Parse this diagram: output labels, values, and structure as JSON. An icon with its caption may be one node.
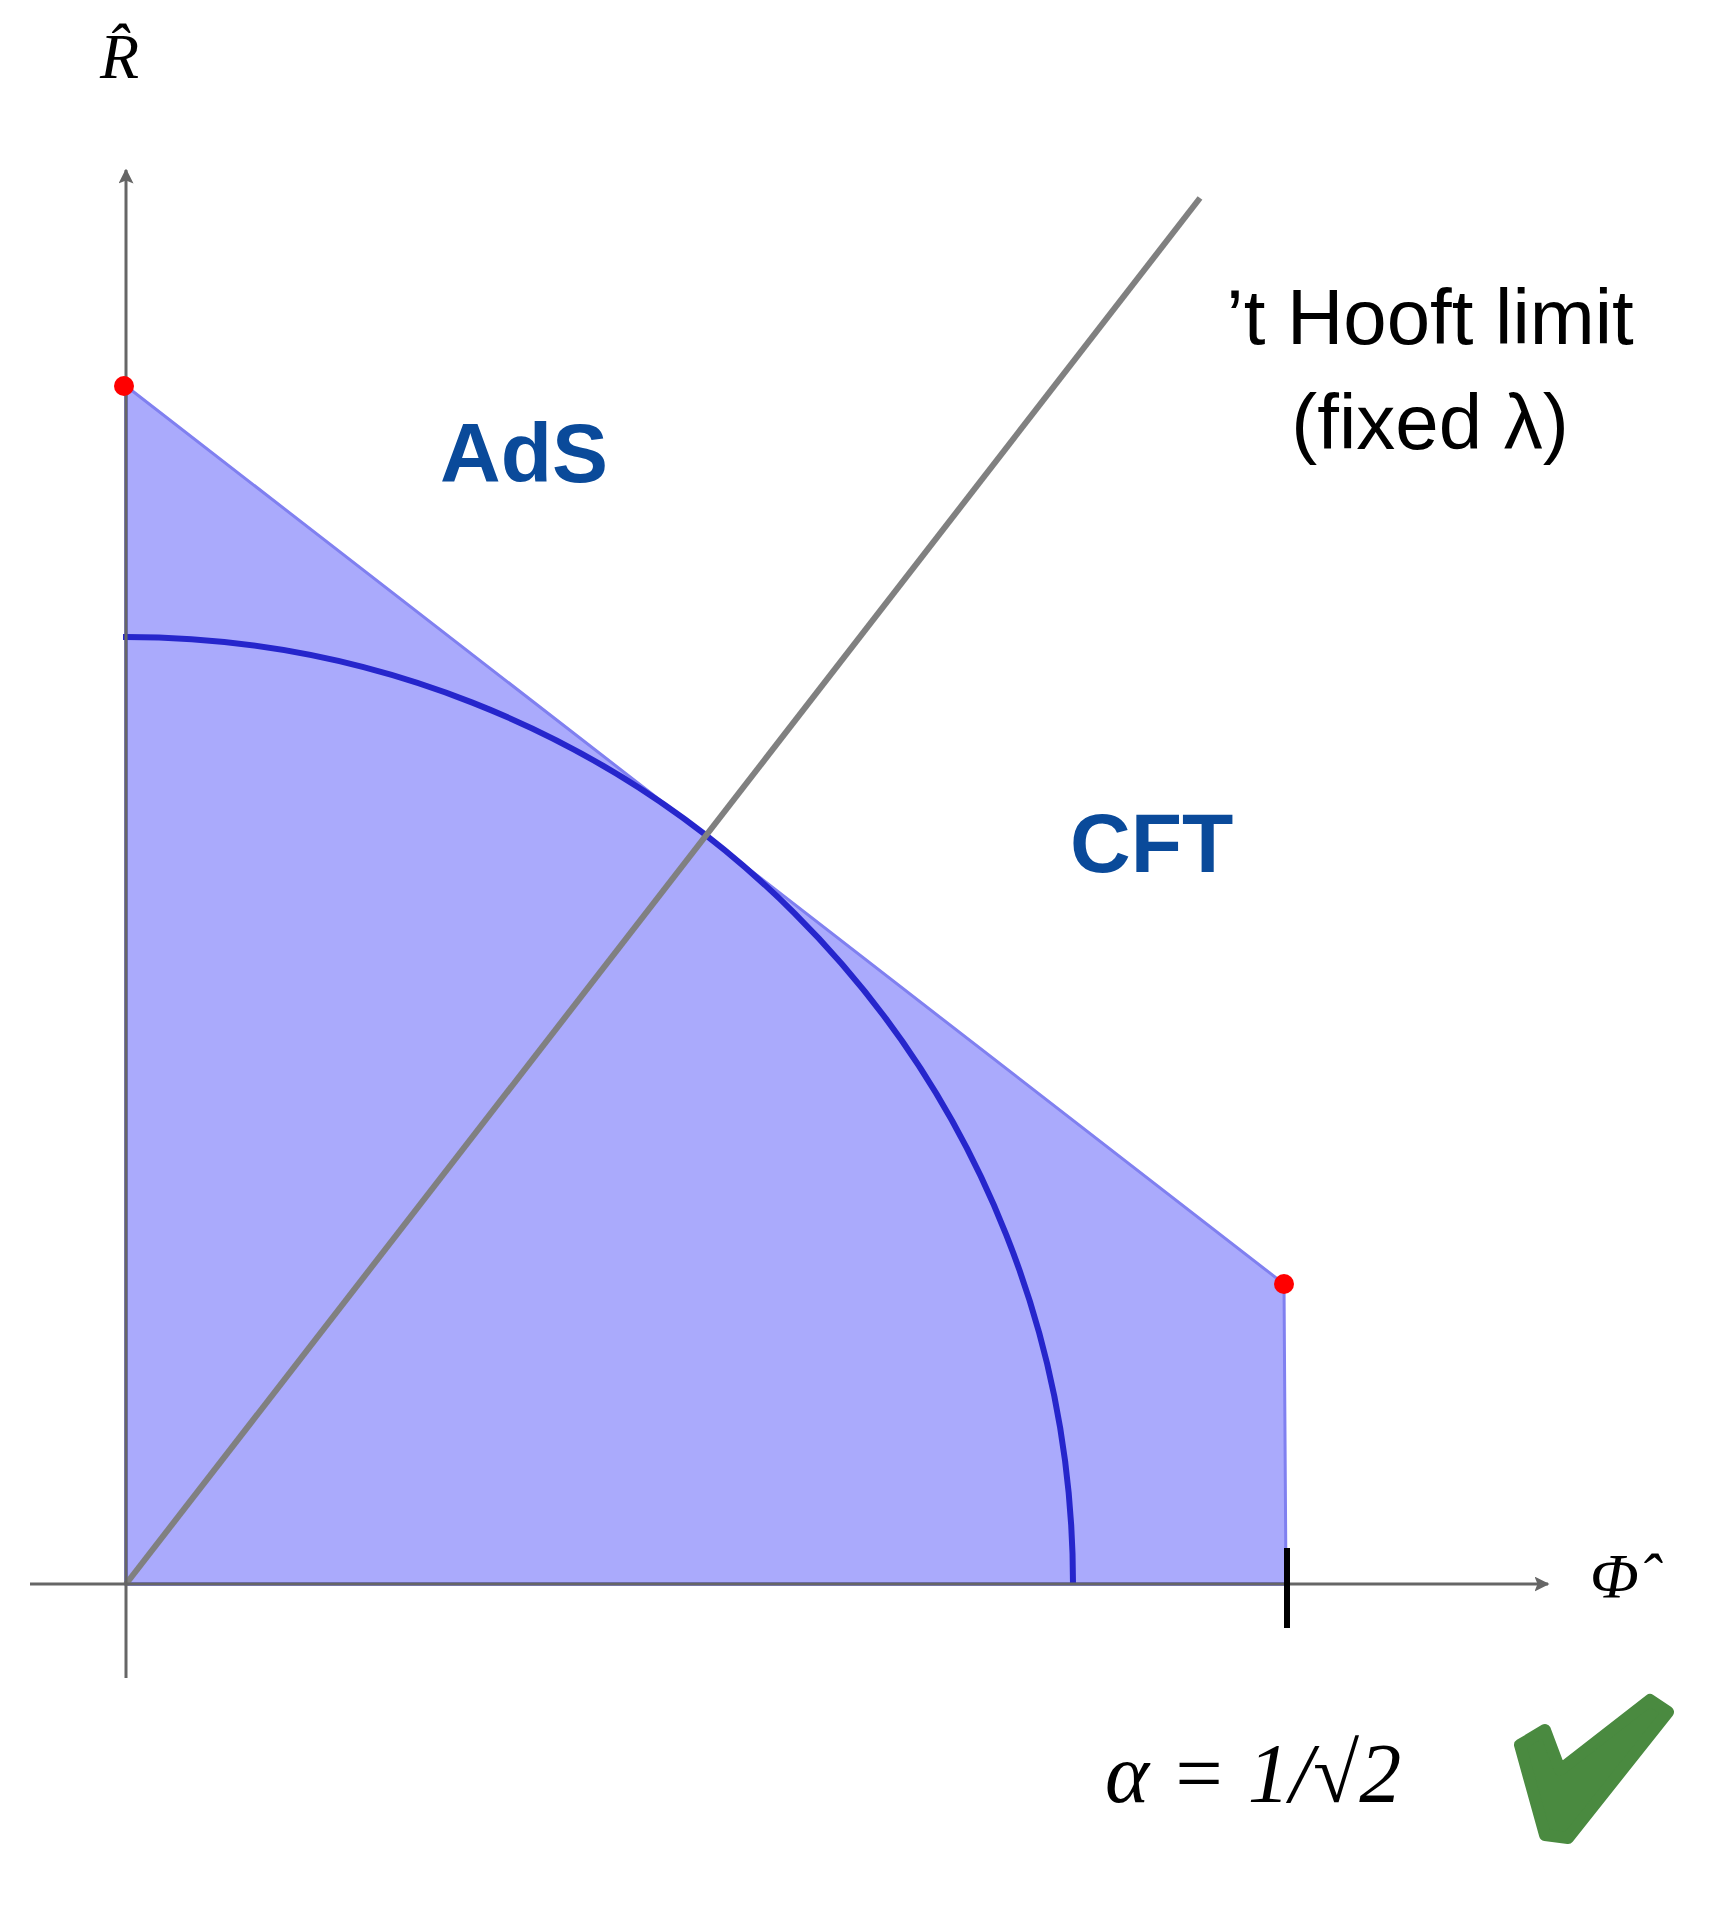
{
  "diagram": {
    "labels": [
      "R̂",
      "AdS",
      "’t Hooft limit (fixed λ)",
      "CFT",
      "Φ̂",
      "α = 1/√2"
    ]
  }
}
